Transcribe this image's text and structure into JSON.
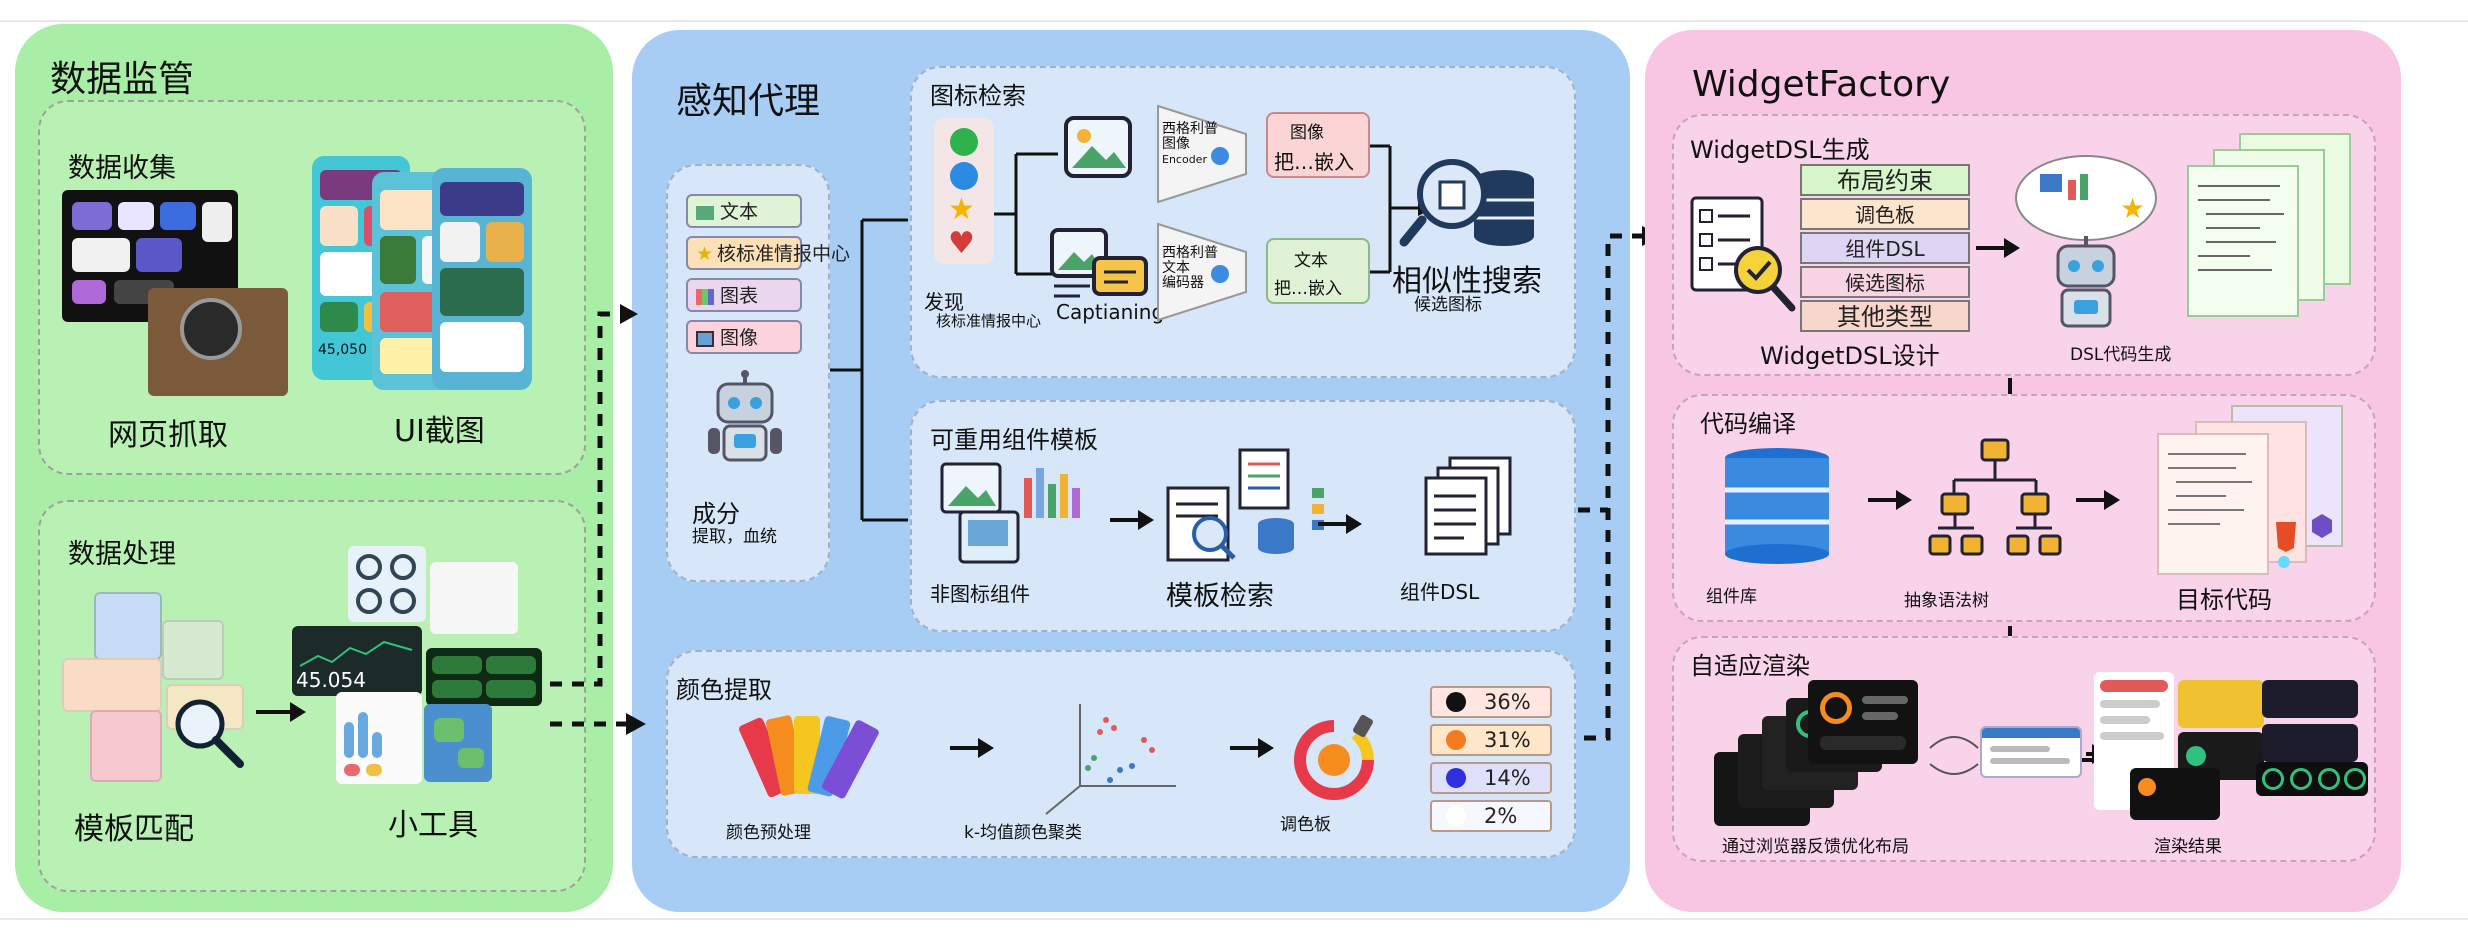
{
  "left_panel": {
    "title": "数据监管",
    "collection": {
      "title": "数据收集",
      "web_scrape": "网页抓取",
      "ui_screenshot": "UI截图",
      "sample_value": "45,050"
    },
    "processing": {
      "title": "数据处理",
      "template_match": "模板匹配",
      "widgets": "小工具",
      "sample_value": "45.054"
    }
  },
  "middle_panel": {
    "title": "感知代理",
    "component_tags": [
      "文本",
      "核标准情报中心",
      "图表",
      "图像"
    ],
    "components_title": "成分",
    "components_sub": "提取，血统",
    "icon_retrieval": {
      "title": "图标检索",
      "discover": "发现",
      "discover_sub": "核标准情报中心",
      "encoder1": [
        "西格利普",
        "图像",
        "Encoder"
      ],
      "embed1": [
        "图像",
        "把…嵌入"
      ],
      "encoder2": [
        "西格利普",
        "文本",
        "编码器"
      ],
      "embed2": [
        "文本",
        "把…嵌入"
      ],
      "captioning": "Captianing",
      "similarity": "相似性搜索",
      "candidates": "候选图标"
    },
    "reusable": {
      "title": "可重用组件模板",
      "non_icon": "非图标组件",
      "template_retrieval": "模板检索",
      "component_dsl": "组件DSL"
    },
    "color": {
      "title": "颜色提取",
      "preprocess": "颜色预处理",
      "kmeans": "k-均值颜色聚类",
      "palette": "调色板",
      "swatches": [
        {
          "pct": "36%",
          "color": "#111111",
          "bg": "#ffe6e0"
        },
        {
          "pct": "31%",
          "color": "#f47b20",
          "bg": "#fde7c8"
        },
        {
          "pct": "14%",
          "color": "#2f2fe0",
          "bg": "#dfe0fb"
        },
        {
          "pct": "2%",
          "color": "#ffffff",
          "bg": "#f5f8fe"
        }
      ]
    }
  },
  "right_panel": {
    "title": "WidgetFactory",
    "dsl_gen": {
      "title": "WidgetDSL生成",
      "tags": [
        {
          "label": "布局约束",
          "bg": "#d6f5c9"
        },
        {
          "label": "调色板",
          "bg": "#fde5cd"
        },
        {
          "label": "组件DSL",
          "bg": "#dcd5f3"
        },
        {
          "label": "候选图标",
          "bg": "#f9d4e2"
        },
        {
          "label": "其他类型",
          "bg": "#f9d6cc"
        }
      ],
      "design": "WidgetDSL设计",
      "codegen": "DSL代码生成"
    },
    "compile": {
      "title": "代码编译",
      "library": "组件库",
      "ast": "抽象语法树",
      "target": "目标代码"
    },
    "render": {
      "title": "自适应渲染",
      "browser_feedback": "通过浏览器反馈优化布局",
      "result": "渲染结果"
    }
  }
}
